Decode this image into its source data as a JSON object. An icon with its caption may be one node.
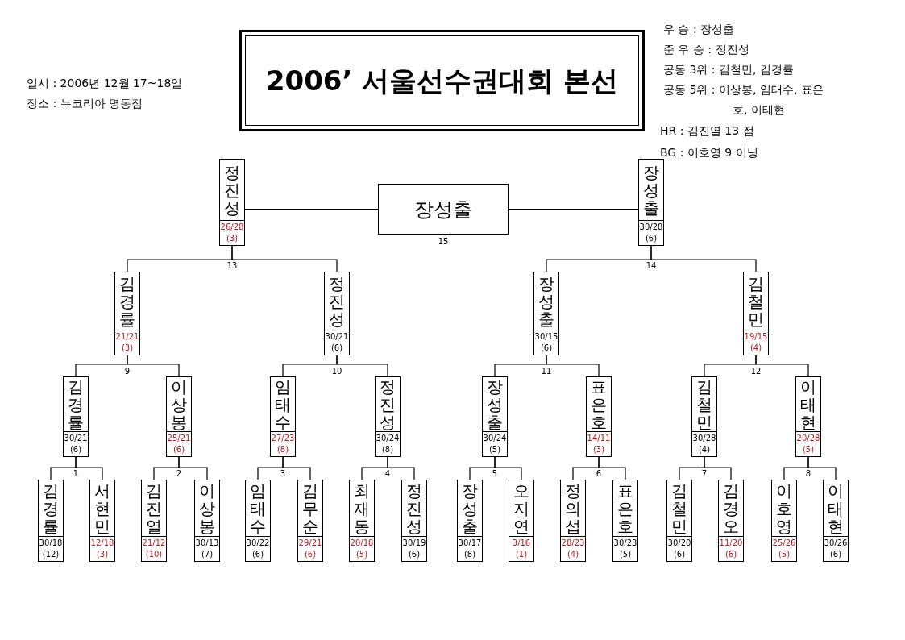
{
  "diagram": {
    "title": "2006’ 서울선수권대회 본선",
    "nodes": [
      {
        "text": [
          "정진성",
          "26/28",
          "(3)"
        ]
      },
      {
        "text": [
          "장성출"
        ]
      },
      {
        "text": [
          "장성출",
          "30/28",
          "(6)"
        ]
      },
      {
        "text": [
          "김경률",
          "21/21",
          "(3)"
        ]
      },
      {
        "text": [
          "정진성",
          "30/21",
          "(6)"
        ]
      },
      {
        "text": [
          "장성출",
          "30/15",
          "(6)"
        ]
      },
      {
        "text": [
          "김철민",
          "19/15",
          "(4)"
        ]
      },
      {
        "text": [
          "김경률",
          "30/21",
          "(6)"
        ]
      },
      {
        "text": [
          "이상봉",
          "25/21",
          "(6)"
        ]
      },
      {
        "text": [
          "임태수",
          "27/23",
          "(8)"
        ]
      },
      {
        "text": [
          "정진성",
          "30/24",
          "(8)"
        ]
      },
      {
        "text": [
          "장성출",
          "30/24",
          "(5)"
        ]
      },
      {
        "text": [
          "표은호",
          "14/11",
          "(3)"
        ]
      },
      {
        "text": [
          "김철민",
          "30/28",
          "(4)"
        ]
      },
      {
        "text": [
          "이태현",
          "20/28",
          "(5)"
        ]
      },
      {
        "text": [
          "김경률",
          "30/18",
          "(12)"
        ]
      },
      {
        "text": [
          "서현민",
          "12/18",
          "(3)"
        ]
      },
      {
        "text": [
          "김진열",
          "21/12",
          "(10)"
        ]
      },
      {
        "text": [
          "이상봉",
          "30/13",
          "(7)"
        ]
      },
      {
        "text": [
          "임태수",
          "30/22",
          "(6)"
        ]
      },
      {
        "text": [
          "김무순",
          "29/21",
          "(6)"
        ]
      },
      {
        "text": [
          "최재동",
          "20/18",
          "(5)"
        ]
      },
      {
        "text": [
          "정진성",
          "30/19",
          "(6)"
        ]
      },
      {
        "text": [
          "장성출",
          "30/17",
          "(8)"
        ]
      },
      {
        "text": [
          "오지연",
          "3/16",
          "(1)"
        ]
      },
      {
        "text": [
          "정의섭",
          "28/23",
          "(4)"
        ]
      },
      {
        "text": [
          "표은호",
          "30/23",
          "(5)"
        ]
      },
      {
        "text": [
          "김철민",
          "30/20",
          "(6)"
        ]
      },
      {
        "text": [
          "김경오",
          "11/20",
          "(6)"
        ]
      },
      {
        "text": [
          "이호영",
          "25/26",
          "(5)"
        ]
      },
      {
        "text": [
          "이태현",
          "30/26",
          "(6)"
        ]
      }
    ],
    "edges": [
      {
        "from": 1,
        "to": 0,
        "arrow": "none"
      },
      {
        "from": 1,
        "to": 2,
        "arrow": "none"
      },
      {
        "from": 0,
        "to": 3,
        "arrow": "none"
      },
      {
        "from": 0,
        "to": 4,
        "arrow": "none"
      },
      {
        "from": 2,
        "to": 5,
        "arrow": "none"
      },
      {
        "from": 2,
        "to": 6,
        "arrow": "none"
      },
      {
        "from": 3,
        "to": 7,
        "arrow": "none"
      },
      {
        "from": 3,
        "to": 8,
        "arrow": "none"
      },
      {
        "from": 4,
        "to": 9,
        "arrow": "none"
      },
      {
        "from": 4,
        "to": 10,
        "arrow": "none"
      },
      {
        "from": 5,
        "to": 11,
        "arrow": "none"
      },
      {
        "from": 5,
        "to": 12,
        "arrow": "none"
      },
      {
        "from": 6,
        "to": 13,
        "arrow": "none"
      },
      {
        "from": 6,
        "to": 14,
        "arrow": "none"
      },
      {
        "from": 7,
        "to": 15,
        "arrow": "none"
      },
      {
        "from": 7,
        "to": 16,
        "arrow": "none"
      },
      {
        "from": 8,
        "to": 17,
        "arrow": "none"
      },
      {
        "from": 8,
        "to": 18,
        "arrow": "none"
      },
      {
        "from": 9,
        "to": 19,
        "arrow": "none"
      },
      {
        "from": 9,
        "to": 20,
        "arrow": "none"
      },
      {
        "from": 10,
        "to": 21,
        "arrow": "none"
      },
      {
        "from": 10,
        "to": 22,
        "arrow": "none"
      },
      {
        "from": 11,
        "to": 23,
        "arrow": "none"
      },
      {
        "from": 11,
        "to": 24,
        "arrow": "none"
      },
      {
        "from": 12,
        "to": 25,
        "arrow": "none"
      },
      {
        "from": 12,
        "to": 26,
        "arrow": "none"
      },
      {
        "from": 13,
        "to": 27,
        "arrow": "none"
      },
      {
        "from": 13,
        "to": 28,
        "arrow": "none"
      },
      {
        "from": 14,
        "to": 29,
        "arrow": "none"
      },
      {
        "from": 14,
        "to": 30,
        "arrow": "none"
      }
    ],
    "labels": [
      "일시 : 2006년 12월 17~18일",
      "장소 : 뉴코리아 명동점",
      "우 승 : 장성출",
      "준 우 승 : 정진성",
      "공동 3위 : 김철민, 김경률",
      "공동 5위 : 이상봉, 임태수, 표은호, 이태현",
      "HR : 김진열 13 점",
      "BG : 이호영 9 이닝",
      "1",
      "2",
      "3",
      "4",
      "5",
      "6",
      "7",
      "8",
      "9",
      "10",
      "11",
      "12",
      "13",
      "14",
      "15"
    ]
  }
}
